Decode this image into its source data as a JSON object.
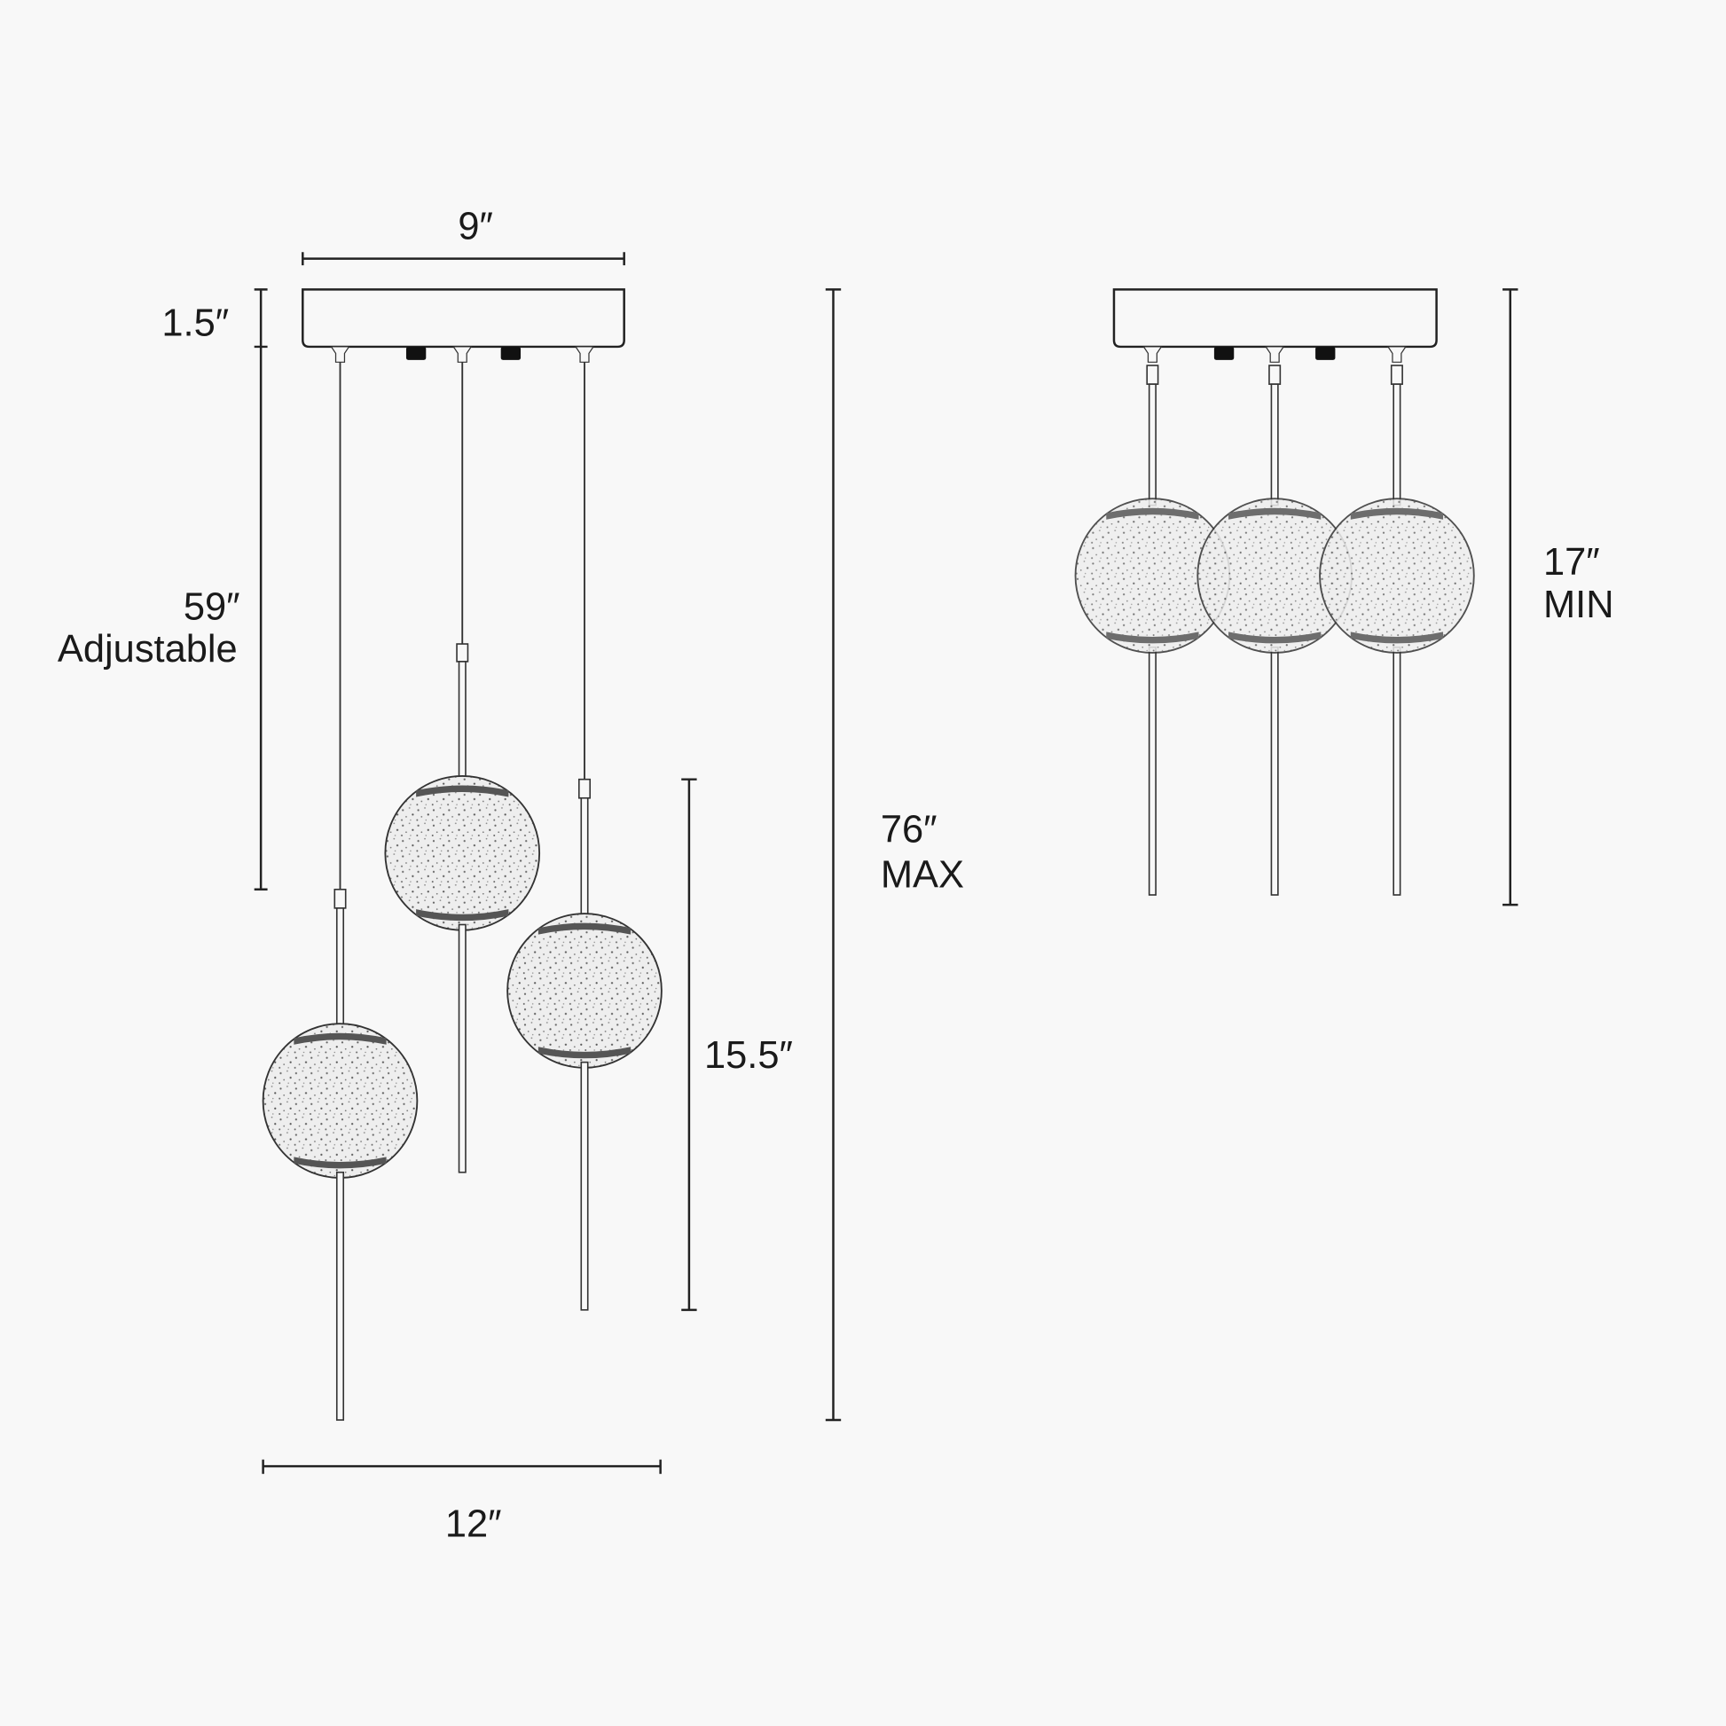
{
  "dimensions": {
    "canopy_width": "9″",
    "canopy_height": "1.5″",
    "cord_length": "59″",
    "cord_note": "Adjustable",
    "max_height": "76″",
    "max_note": "MAX",
    "pendant_height": "15.5″",
    "spread_width": "12″",
    "min_height": "17″",
    "min_note": "MIN"
  },
  "colors": {
    "background": "#f8f8f8",
    "line": "#222222"
  }
}
